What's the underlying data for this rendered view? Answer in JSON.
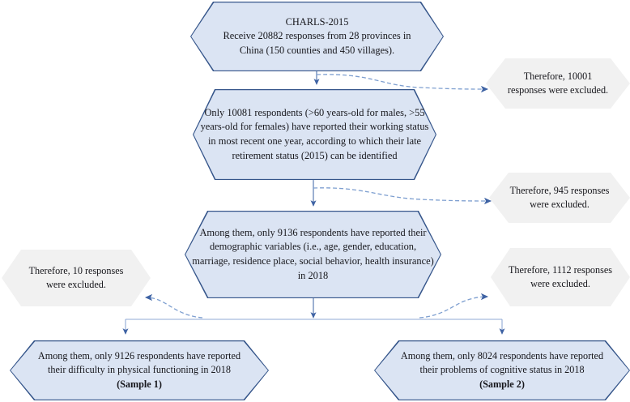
{
  "diagram": {
    "title": "CHARLS sample selection flowchart",
    "colors": {
      "main_fill": "#dbe4f3",
      "main_border": "#35558a",
      "exclusion_fill": "#f1f1f1",
      "arrow": "#4a6fab",
      "text": "#17171c",
      "background": "#ffffff"
    },
    "nodes": {
      "source": {
        "line1": "CHARLS-2015",
        "line2": "Receive 20882 responses from 28 provinces in",
        "line3": "China (150 counties and 450 villages)."
      },
      "step_retirement": {
        "text": "Only 10081 respondents (>60 years-old for males, >55 years-old for females) have reported their working status in most recent one year, according to which their late retirement status (2015) can be identified"
      },
      "step_demographics": {
        "text": "Among them, only 9136 respondents have reported their demographic variables (i.e., age, gender, education, marriage, residence place, social behavior, health insurance) in 2018"
      },
      "sample1": {
        "line1": "Among them, only 9126 respondents have reported",
        "line2": "their difficulty in physical functioning in 2018",
        "label": "(Sample 1)"
      },
      "sample2": {
        "line1": "Among them, only 8024 respondents have reported",
        "line2": "their problems of  cognitive status in 2018",
        "label": "(Sample 2)"
      }
    },
    "exclusions": {
      "excluded_10001": {
        "line1": "Therefore, 10001",
        "line2": "responses were excluded."
      },
      "excluded_945": {
        "line1": "Therefore, 945 responses",
        "line2": "were excluded."
      },
      "excluded_10": {
        "line1": "Therefore, 10 responses",
        "line2": "were excluded."
      },
      "excluded_1112": {
        "line1": "Therefore, 1112 responses",
        "line2": "were excluded."
      }
    },
    "flow_counts": {
      "initial_responses": 20882,
      "provinces": 28,
      "counties": 150,
      "villages": 450,
      "after_retirement_status": 10081,
      "after_demographics": 9136,
      "sample1_n": 9126,
      "sample2_n": 8024,
      "excluded_step1": 10001,
      "excluded_step2": 945,
      "excluded_sample1": 10,
      "excluded_sample2": 1112
    }
  }
}
